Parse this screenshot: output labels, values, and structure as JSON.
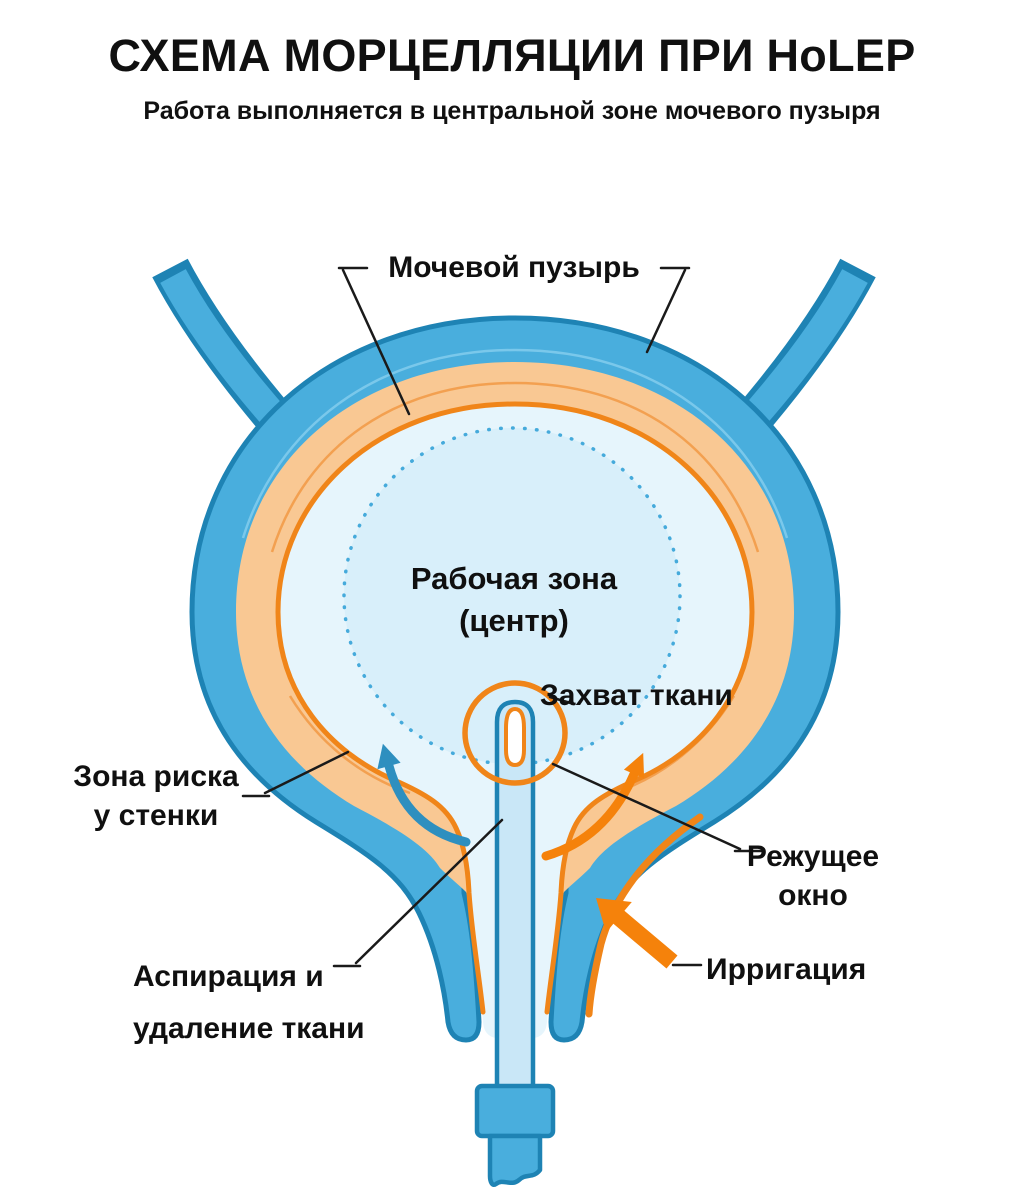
{
  "header": {
    "title": "СХЕМА МОРЦЕЛЛЯЦИИ ПРИ HoLEP",
    "subtitle": "Работа выполняется в центральной зоне мочевого пузыря"
  },
  "annotations": {
    "bladder": {
      "label": "Мочевой пузырь"
    },
    "working_zone": {
      "line1": "Рабочая зона",
      "line2": "(центр)"
    },
    "tissue_capture": {
      "label": "Захват ткани"
    },
    "risk_zone": {
      "line1": "Зона риска",
      "line2": "у стенки"
    },
    "cutting_window": {
      "line1": "Режущее",
      "line2": "окно"
    },
    "aspiration": {
      "line1": "Аспирация и",
      "line2": "удаление ткани"
    },
    "irrigation": {
      "label": "Ирригация"
    }
  },
  "colors": {
    "wall_fill": "#49AEDD",
    "wall_outline": "#1E83B4",
    "mucosa_fill": "#F9C893",
    "mucosa_line": "#F08519",
    "cavity_fill": "#E6F5FC",
    "working_zone_fill": "#D8EFFA",
    "working_zone_dots": "#45AADB",
    "aspiration_arrow": "#2E8FBF",
    "irrigation_arrow": "#F5820B",
    "text": "#101010",
    "background": "#FFFFFF"
  }
}
